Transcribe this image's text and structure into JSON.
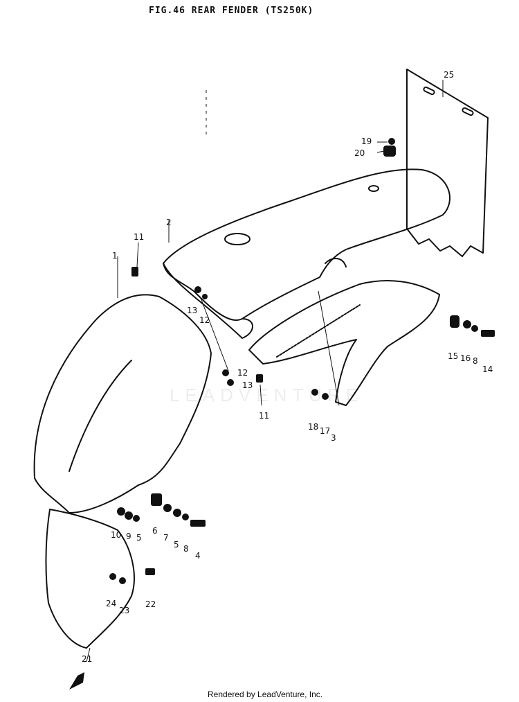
{
  "title": "FIG.46  REAR FENDER (TS250K)",
  "watermark": "LEADVENTURE",
  "credit": "Rendered by LeadVenture, Inc.",
  "callouts": [
    "1",
    "2",
    "3",
    "4",
    "5",
    "5",
    "6",
    "7",
    "8",
    "8",
    "9",
    "10",
    "11",
    "11",
    "12",
    "12",
    "13",
    "13",
    "14",
    "15",
    "16",
    "17",
    "18",
    "19",
    "20",
    "21",
    "22",
    "23",
    "24",
    "25"
  ]
}
